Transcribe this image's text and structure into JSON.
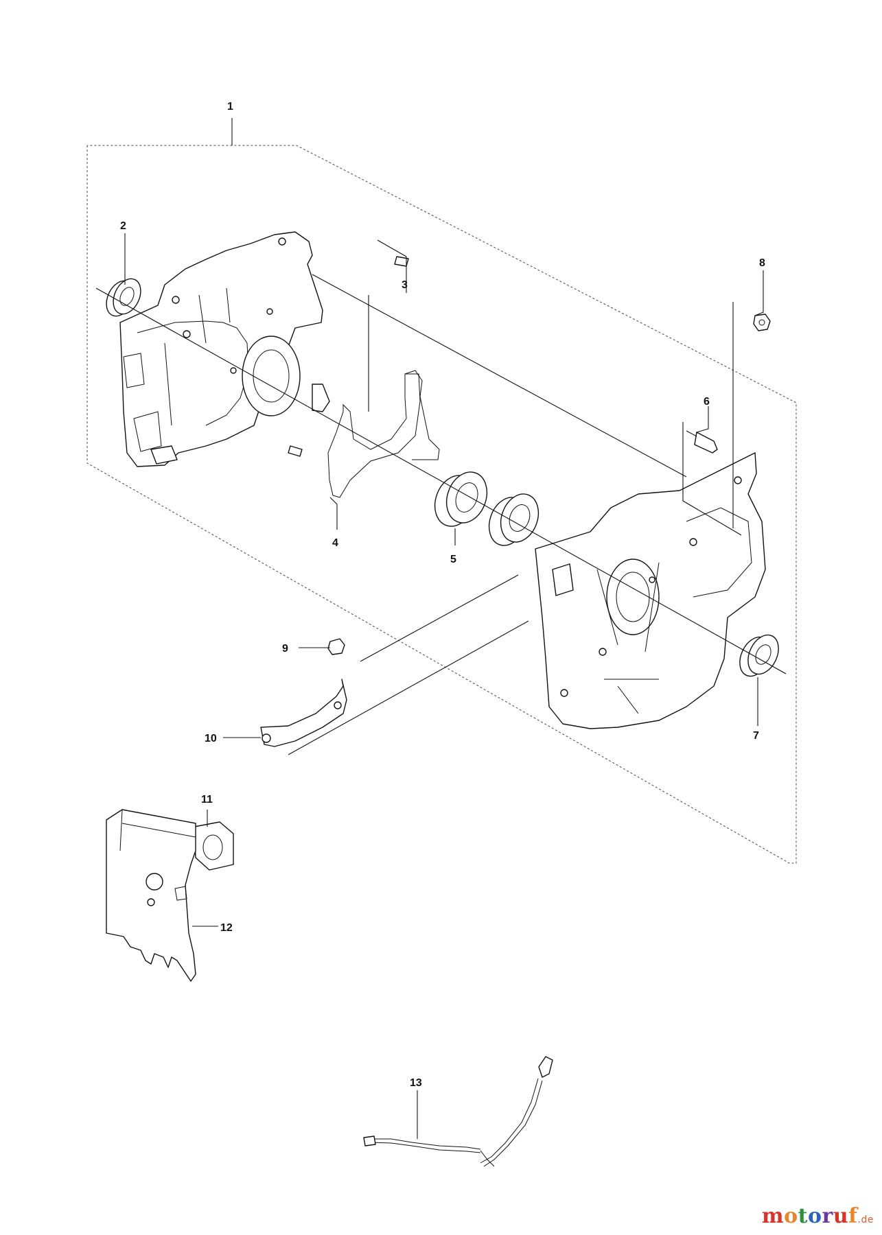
{
  "callouts": {
    "c1": "1",
    "c2": "2",
    "c3": "3",
    "c4": "4",
    "c5": "5",
    "c6": "6",
    "c7": "7",
    "c8": "8",
    "c9": "9",
    "c10": "10",
    "c11": "11",
    "c12": "12",
    "c13": "13"
  },
  "watermark": {
    "letters": [
      "m",
      "o",
      "t",
      "o",
      "r",
      "u",
      "f"
    ],
    "colors": [
      "#d9322b",
      "#e8852a",
      "#2f8f3a",
      "#2a64b8",
      "#6a3aa0",
      "#d9322b",
      "#e8852a"
    ],
    "suffix": ".de"
  }
}
